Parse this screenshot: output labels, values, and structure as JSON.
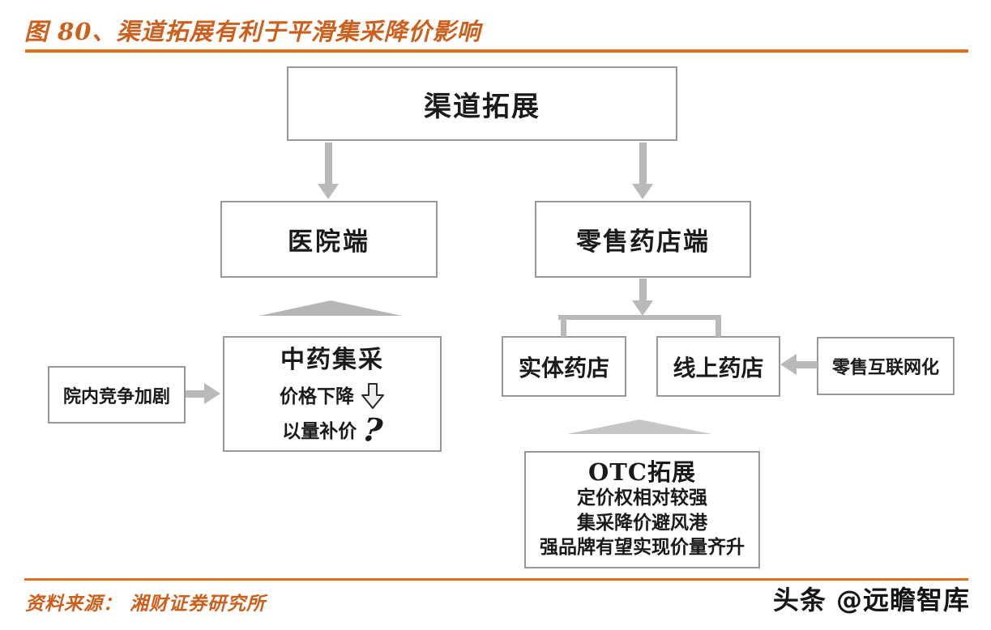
{
  "figure": {
    "title": "图 80、渠道拓展有利于平滑集采降价影响",
    "source": "资料来源： 湘财证券研究所",
    "watermark": "头条 @远瞻智库"
  },
  "colors": {
    "accent_orange_text": "#CD5F1D",
    "accent_orange_rule": "#DD6F1E",
    "connector_gray": "#B9B9B9",
    "box_border_gray": "#979797",
    "text_black": "#1A1A1A"
  },
  "diagram": {
    "root": {
      "label": "渠道拓展"
    },
    "hospital": {
      "label": "医院端"
    },
    "retail": {
      "label": "零售药店端"
    },
    "physical_store": {
      "label": "实体药店"
    },
    "online_store": {
      "label": "线上药店"
    },
    "retail_internet": {
      "label": "零售互联网化"
    },
    "competition": {
      "label": "院内竞争加剧"
    },
    "tcm_procurement": {
      "title": "中药集采",
      "line_price": "价格下降",
      "price_icon_name": "hollow-down-block-arrow",
      "line_volume": "以量补价",
      "volume_icon": "?"
    },
    "otc": {
      "title": "OTC拓展",
      "lines": [
        "定价权相对较强",
        "集采降价避风港",
        "强品牌有望实现价量齐升"
      ]
    }
  }
}
